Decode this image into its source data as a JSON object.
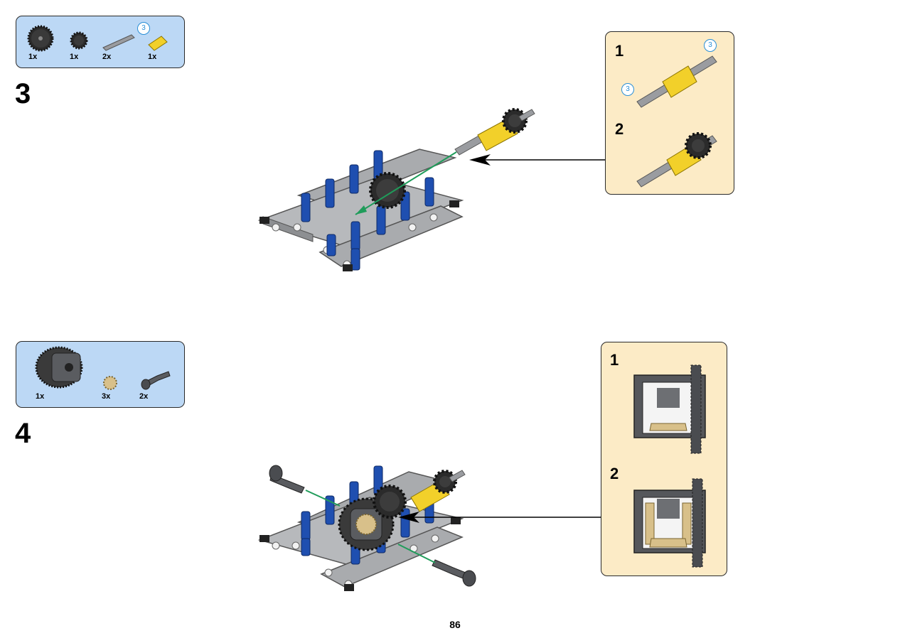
{
  "page_number": "86",
  "steps": [
    {
      "number": "3",
      "parts": [
        {
          "name": "gear-24-tooth",
          "qty": "1x"
        },
        {
          "name": "gear-12-tooth",
          "qty": "1x"
        },
        {
          "name": "axle-3",
          "qty": "2x",
          "badge": "3"
        },
        {
          "name": "axle-connector-yellow",
          "qty": "1x"
        }
      ],
      "callout": {
        "substeps": [
          {
            "number": "1",
            "badges": [
              "3",
              "3"
            ]
          },
          {
            "number": "2"
          }
        ]
      }
    },
    {
      "number": "4",
      "parts": [
        {
          "name": "differential",
          "qty": "1x"
        },
        {
          "name": "bevel-gear-tan",
          "qty": "3x"
        },
        {
          "name": "pin-with-axle",
          "qty": "2x"
        }
      ],
      "callout": {
        "substeps": [
          {
            "number": "1"
          },
          {
            "number": "2"
          }
        ]
      }
    }
  ],
  "colors": {
    "parts_panel": "#bcd8f5",
    "callout_panel": "#fcebc6",
    "beam_gray": "#a9abae",
    "pin_blue": "#1f4fb0",
    "axle_yellow": "#f2d02a",
    "gear_black": "#2b2b2b",
    "guide_green": "#1f9c5a",
    "bevel_tan": "#d8c08a"
  }
}
